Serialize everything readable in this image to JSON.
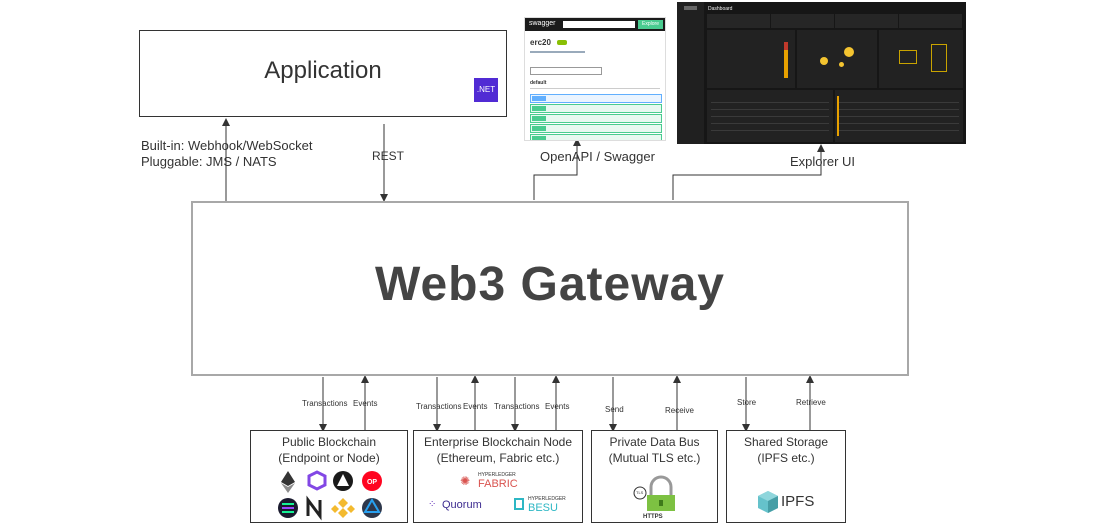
{
  "application": {
    "title": "Application",
    "badge": ".NET",
    "badge_color": "#512bd4"
  },
  "gateway": {
    "title": "Web3 Gateway"
  },
  "top_labels": {
    "builtin": "Built-in: Webhook/WebSocket",
    "pluggable": "Pluggable: JMS / NATS",
    "rest": "REST",
    "openapi": "OpenAPI / Swagger",
    "explorer": "Explorer UI"
  },
  "swagger": {
    "brand": "swagger",
    "explore": "Explore",
    "title": "erc20",
    "section": "default",
    "method_colors": [
      "#61affe",
      "#49cc90",
      "#49cc90",
      "#49cc90",
      "#49cc90"
    ]
  },
  "explorer": {
    "title": "Dashboard"
  },
  "arrows": {
    "transactions": "Transactions",
    "events": "Events",
    "send": "Send",
    "receive": "Receive",
    "store": "Store",
    "retrieve": "Retrieve"
  },
  "bottom_boxes": {
    "public": {
      "line1": "Public Blockchain",
      "line2": "(Endpoint or Node)"
    },
    "enterprise": {
      "line1": "Enterprise Blockchain Node",
      "line2": "(Ethereum, Fabric etc.)",
      "fabric_top": "HYPERLEDGER",
      "fabric": "FABRIC",
      "quorum": "Quorum",
      "besu_top": "HYPERLEDGER",
      "besu": "BESU"
    },
    "private": {
      "line1": "Private Data Bus",
      "line2": "(Mutual TLS etc.)",
      "tls": "TLS",
      "https": "HTTPS"
    },
    "storage": {
      "line1": "Shared Storage",
      "line2": "(IPFS etc.)",
      "ipfs": "IPFS"
    }
  },
  "colors": {
    "gateway_border": "#a8a8a8",
    "arrow": "#333333",
    "gateway_text": "#444444",
    "lock_green": "#7dc142",
    "ipfs_teal": "#65c2cb"
  }
}
